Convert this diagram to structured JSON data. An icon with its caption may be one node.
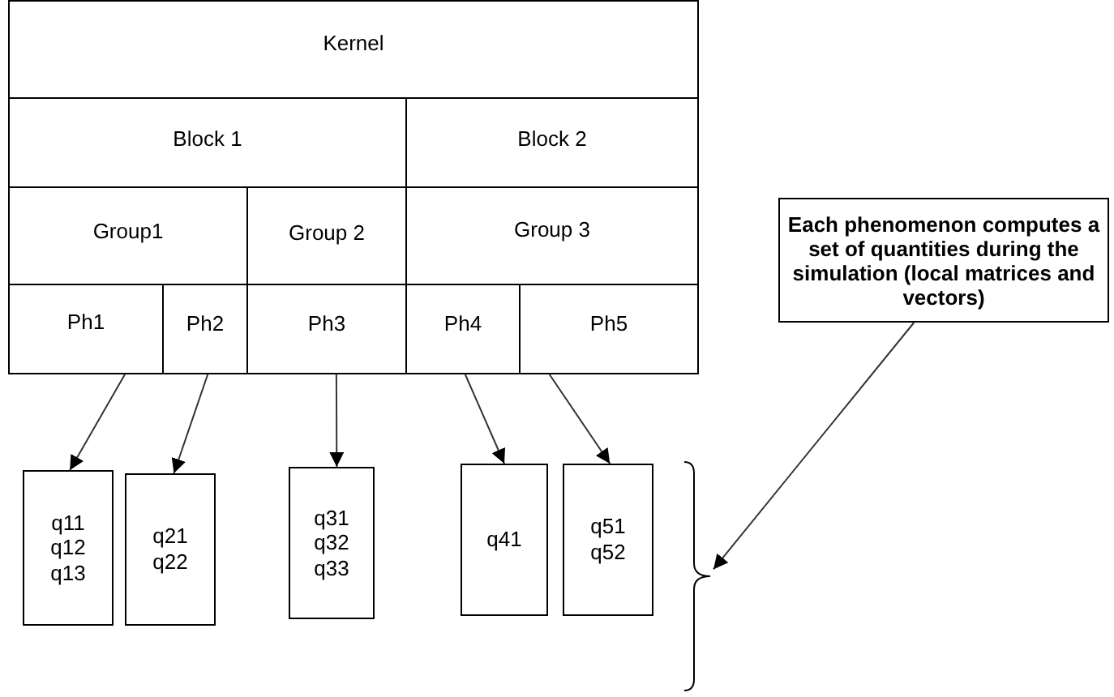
{
  "diagram": {
    "nodes": [
      {
        "text": [
          "Kernel"
        ]
      },
      {
        "text": [
          "Block 1"
        ]
      },
      {
        "text": [
          "Block 2"
        ]
      },
      {
        "text": [
          "Group1"
        ]
      },
      {
        "text": [
          "Group 2"
        ]
      },
      {
        "text": [
          "Group 3"
        ]
      },
      {
        "text": [
          "Ph1"
        ]
      },
      {
        "text": [
          "Ph2"
        ]
      },
      {
        "text": [
          "Ph3"
        ]
      },
      {
        "text": [
          "Ph4"
        ]
      },
      {
        "text": [
          "Ph5"
        ]
      },
      {
        "text": [
          "q11 q12 q13"
        ]
      },
      {
        "text": [
          "q21 q22"
        ]
      },
      {
        "text": [
          "q31 q32 q33"
        ]
      },
      {
        "text": [
          "q41"
        ]
      },
      {
        "text": [
          "q51 q52"
        ]
      },
      {
        "text": [
          "Each phenomenon computes a set of quantities during the simulation (local matrices and vectors)"
        ]
      },
      {
        "text": [],
        "shape": "brace"
      }
    ],
    "edges": [
      {
        "from": 6,
        "to": 11,
        "arrow": "to"
      },
      {
        "from": 7,
        "to": 12,
        "arrow": "to"
      },
      {
        "from": 8,
        "to": 13,
        "arrow": "to"
      },
      {
        "from": 9,
        "to": 14,
        "arrow": "to"
      },
      {
        "from": 10,
        "to": 15,
        "arrow": "to"
      },
      {
        "from": 16,
        "to": 17,
        "arrow": "to"
      }
    ]
  }
}
